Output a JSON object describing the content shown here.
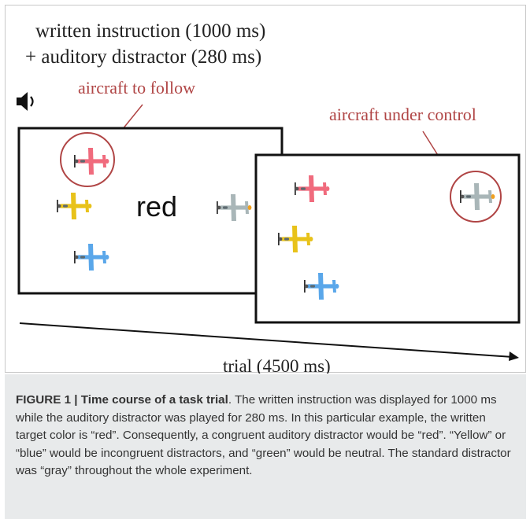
{
  "diagram": {
    "instruction_line1": "written instruction (1000 ms)",
    "instruction_line2": "+ auditory distractor (280 ms)",
    "label_follow": "aircraft to follow",
    "label_control": "aircraft under control",
    "word_cue": "red",
    "timeline_label": "trial (4500 ms)",
    "icons": [
      "speaker-icon",
      "airplane-icon"
    ],
    "colors": {
      "annotation": "#b04545",
      "plane_red": "#f06b7d",
      "plane_yellow": "#e8c21a",
      "plane_blue": "#5aa7ea",
      "plane_gray": "#a9b6b8"
    }
  },
  "caption": {
    "label": "FIGURE 1 | Time course of a task trial",
    "text": ". The written instruction was displayed for 1000 ms while the auditory distractor was played for 280 ms. In this particular example, the written target color is “red”. Consequently, a congruent auditory distractor would be “red”. “Yellow” or “blue” would be incongruent distractors, and “green” would be neutral. The standard distractor was “gray” throughout the whole experiment."
  }
}
